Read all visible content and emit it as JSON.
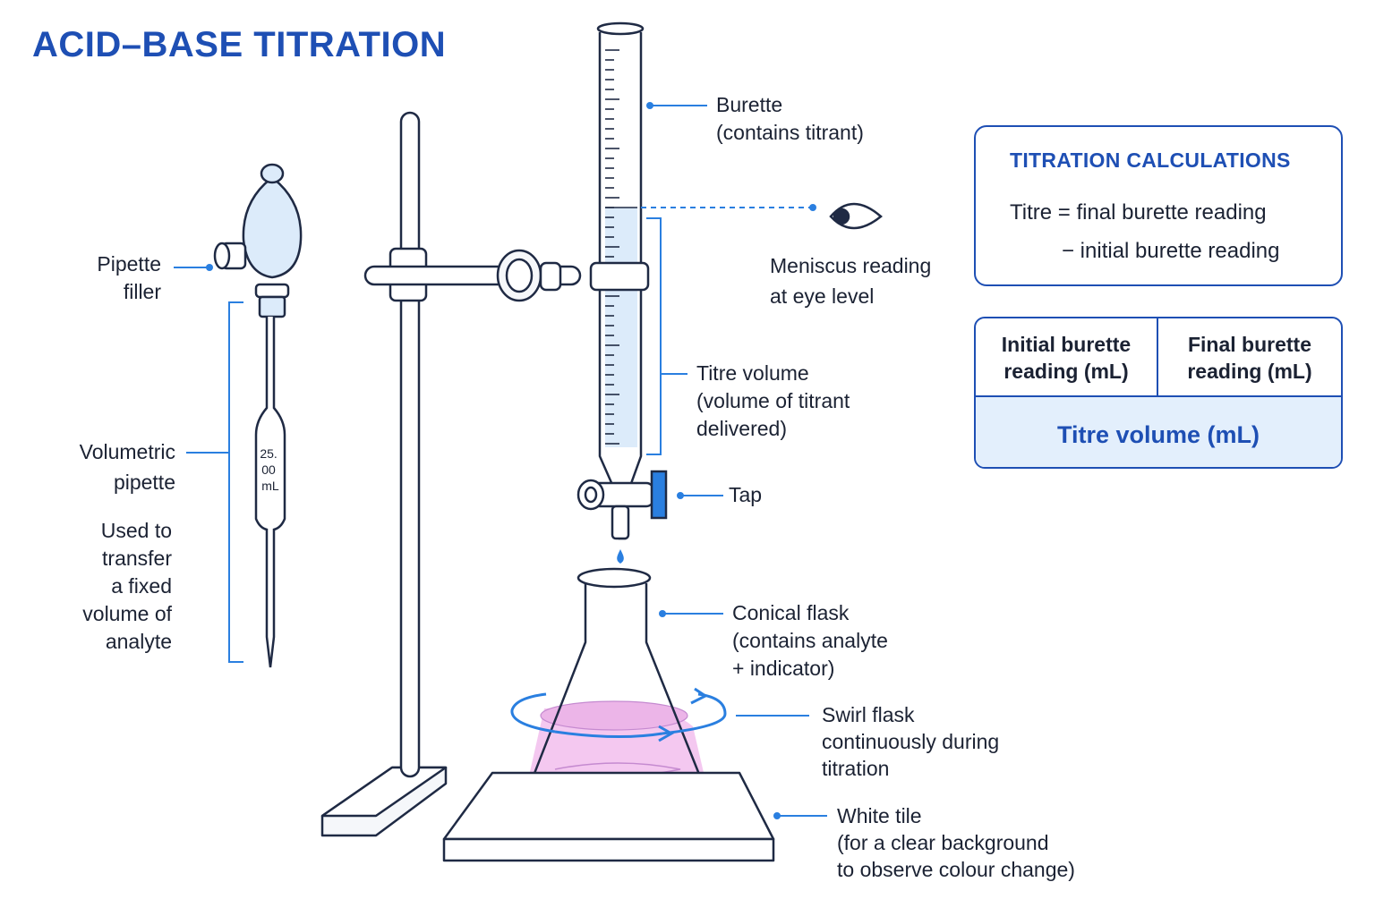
{
  "title": "ACID–BASE TITRATION",
  "labels": {
    "burette": "Burette\n(contains titrant)",
    "meniscus": "Meniscus reading\nat eye level",
    "pipette_filler": "Pipette\nfiller",
    "volumetric_pipette": "Volumetric\npipette",
    "pipette_use": "Used to\ntransfer\na fixed\nvolume of\nanalyte",
    "titre_volume": "Titre volume\n(volume of titrant\ndelivered)",
    "tap": "Tap",
    "conical_flask": "Conical flask\n(contains analyte\n+ indicator)",
    "swirl": "Swirl flask\ncontinuously during\ntitration",
    "white_tile": "White tile\n(for a clear background\nto observe colour change)"
  },
  "pipette_marking": [
    "25.",
    "00",
    "mL"
  ],
  "calculations": {
    "title": "TITRATION CALCULATIONS",
    "line1": "Titre = final burette reading",
    "line2": "− initial burette reading"
  },
  "table": {
    "col1": "Initial burette\nreading (mL)",
    "col2": "Final burette\nreading (mL)",
    "footer": "Titre volume (mL)"
  },
  "colors": {
    "accent": "#1e4fb4",
    "pointer": "#2a7fe0",
    "outline": "#1f2a44",
    "liquid": "#dcebfa",
    "analyte": "#f4c8f0"
  }
}
